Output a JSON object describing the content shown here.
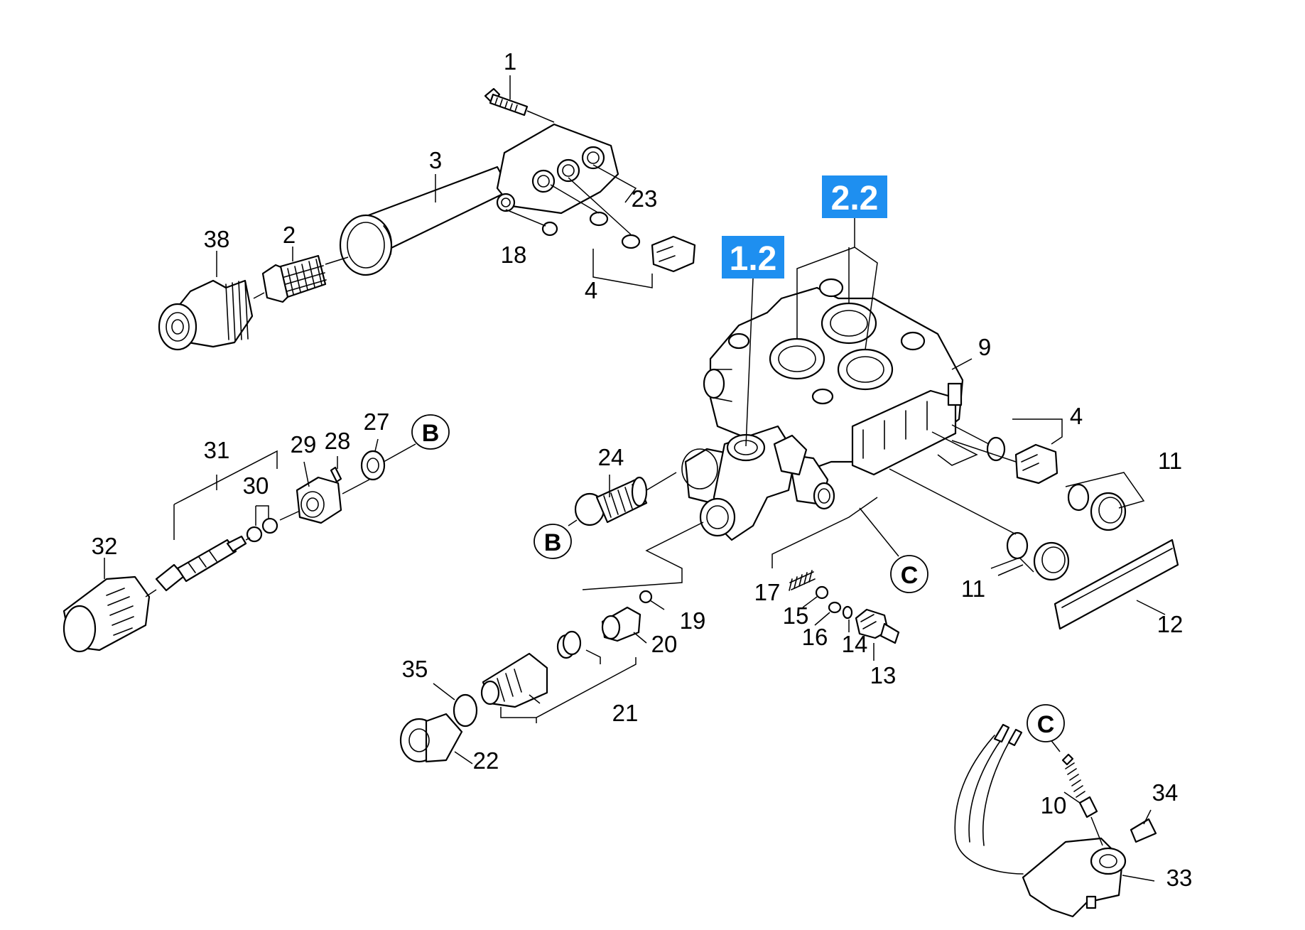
{
  "callouts": {
    "p1": "1",
    "p2": "2",
    "p3": "3",
    "p4a": "4",
    "p4b": "4",
    "p9": "9",
    "p10": "10",
    "p11a": "11",
    "p11b": "11",
    "p12": "12",
    "p13": "13",
    "p14": "14",
    "p15": "15",
    "p16": "16",
    "p17": "17",
    "p18": "18",
    "p19": "19",
    "p20": "20",
    "p21": "21",
    "p22": "22",
    "p23": "23",
    "p24": "24",
    "p27": "27",
    "p28": "28",
    "p29": "29",
    "p30": "30",
    "p31": "31",
    "p32": "32",
    "p33": "33",
    "p34": "34",
    "p35": "35",
    "p38": "38"
  },
  "references": {
    "b1": "B",
    "b2": "B",
    "c1": "C",
    "c2": "C"
  },
  "badges": {
    "badge_1_2": "1.2",
    "badge_2_2": "2.2"
  },
  "colors": {
    "badge": "#1e8ff0",
    "line": "#000000",
    "background": "#ffffff"
  }
}
